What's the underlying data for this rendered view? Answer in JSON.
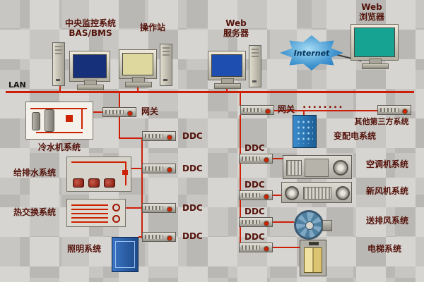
{
  "colors": {
    "bus_line": "#ce1e08",
    "label_text": "#54120a",
    "internet_cloud": "#2f86c8",
    "lighting_cabinet": "#2e66b8",
    "power_cabinet": "#2b7abc"
  },
  "top": {
    "central": {
      "line1": "中央监控系统",
      "line2": "BAS/BMS"
    },
    "operator": {
      "label": "操作站"
    },
    "web_server": {
      "line1": "Web",
      "line2": "服务器"
    },
    "internet": {
      "label": "Internet"
    },
    "web_browser": {
      "line1": "Web",
      "line2": "浏览器"
    }
  },
  "network": {
    "lan": "LAN",
    "gateway_left": "网关",
    "gateway_right": "网关",
    "continuation_dots": "........",
    "ddc": "DDC"
  },
  "left_systems": {
    "chiller": "冷水机系统",
    "water_supply": "给排水系统",
    "heat_exchange": "热交换系统",
    "lighting": "照明系统"
  },
  "right_systems": {
    "third_party": "其他第三方系统",
    "power_distribution": "变配电系统",
    "air_conditioning": "空调机系统",
    "fresh_air": "新风机系统",
    "exhaust_fan": "送排风系统",
    "elevator": "电梯系统"
  }
}
